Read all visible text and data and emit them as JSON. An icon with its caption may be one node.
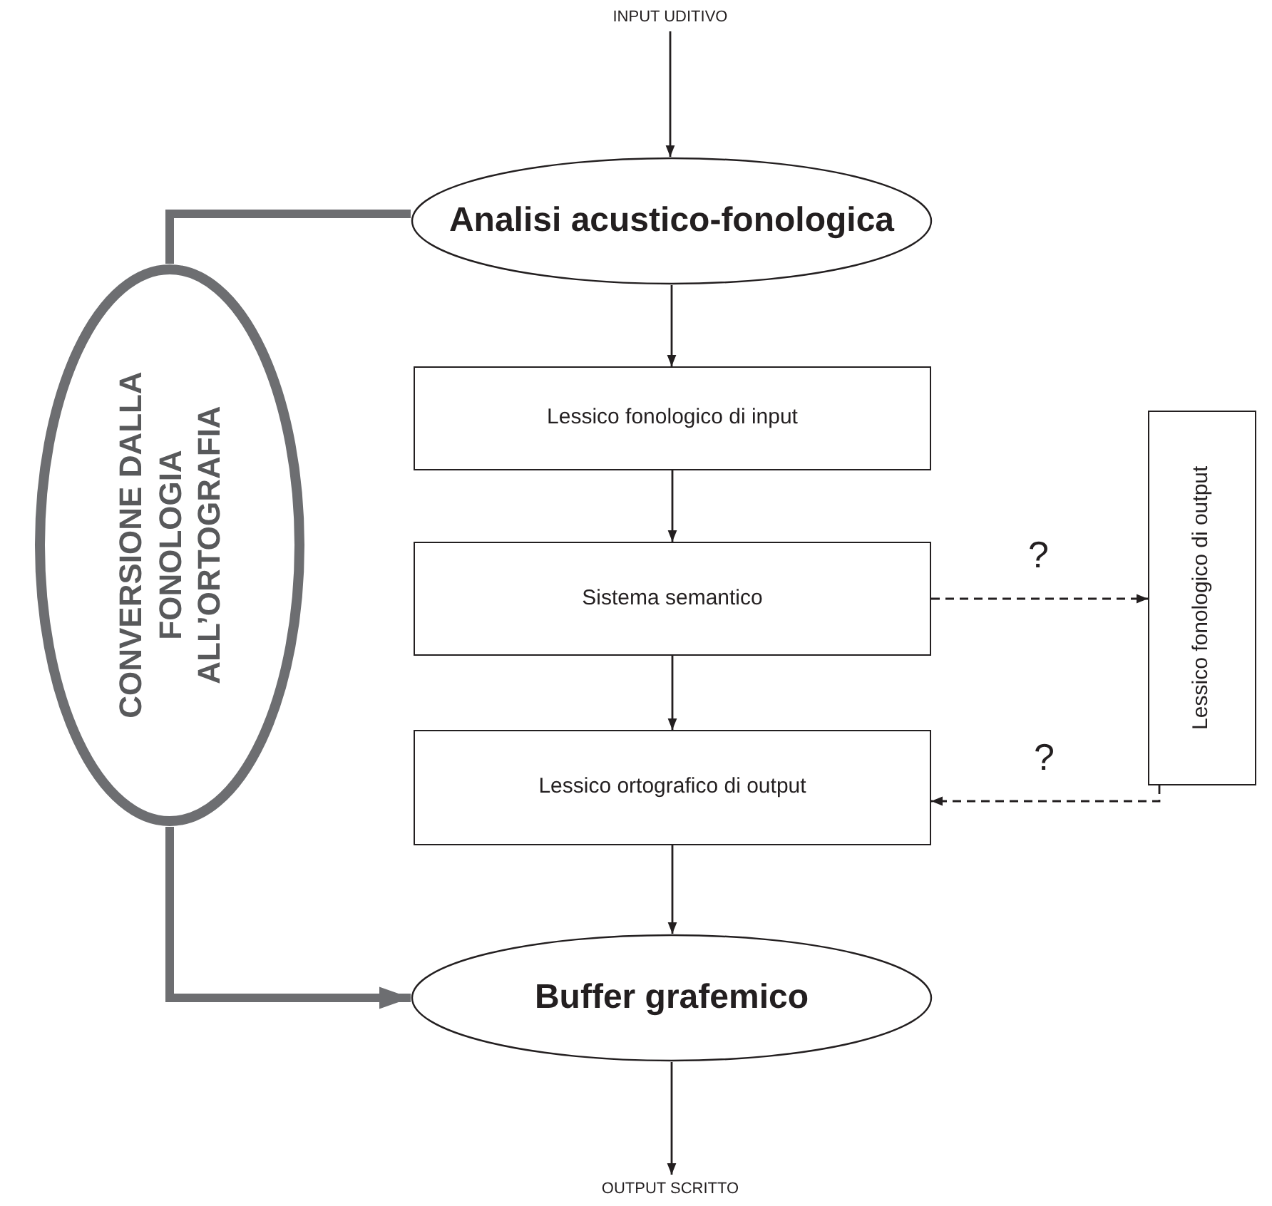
{
  "diagram": {
    "nodes": [
      {
        "text": [
          "INPUT UDITIVO"
        ]
      },
      {
        "text": [
          "Analisi acustico-fonologica"
        ]
      },
      {
        "text": [
          "Lessico fonologico di input"
        ]
      },
      {
        "text": [
          "Sistema semantico"
        ]
      },
      {
        "text": [
          "Lessico fonologico di output"
        ]
      },
      {
        "text": [
          "Lessico ortografico di output"
        ]
      },
      {
        "text": [
          "CONVERSIONE DALLA FONOLOGIA ALL’ORTOGRAFIA"
        ]
      },
      {
        "text": [
          "Buffer grafemico"
        ]
      },
      {
        "text": [
          "OUTPUT SCRITTO"
        ]
      }
    ],
    "edges": [
      {
        "from": 0,
        "to": 1,
        "arrow": "to"
      },
      {
        "from": 1,
        "to": 2,
        "arrow": "to"
      },
      {
        "from": 2,
        "to": 3,
        "arrow": "to"
      },
      {
        "from": 3,
        "to": 4,
        "arrow": "to",
        "label": "?",
        "style": "dashed"
      },
      {
        "from": 4,
        "to": 5,
        "arrow": "to",
        "label": "?",
        "style": "dashed"
      },
      {
        "from": 3,
        "to": 5,
        "arrow": "to"
      },
      {
        "from": 5,
        "to": 7,
        "arrow": "to"
      },
      {
        "from": 7,
        "to": 8,
        "arrow": "to"
      },
      {
        "from": 1,
        "to": 6,
        "arrow": "none",
        "style": "thick",
        "color": "#6d6e71"
      },
      {
        "from": 6,
        "to": 7,
        "arrow": "to",
        "style": "thick",
        "color": "#6d6e71"
      }
    ]
  }
}
